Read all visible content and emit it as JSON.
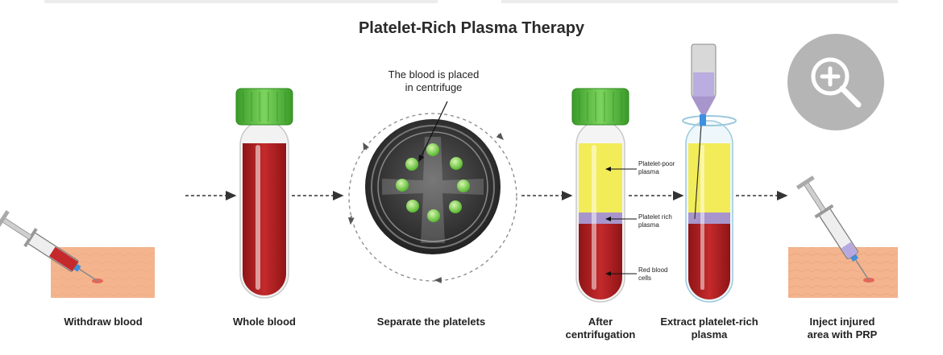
{
  "title": "Platelet-Rich Plasma Therapy",
  "callout": [
    "The blood is placed",
    "in centrifuge"
  ],
  "steps": [
    {
      "label": [
        "Withdraw blood"
      ]
    },
    {
      "label": [
        "Whole blood"
      ]
    },
    {
      "label": [
        "Separate the platelets"
      ]
    },
    {
      "label": [
        "After",
        "centrifugation"
      ]
    },
    {
      "label": [
        "Extract platelet-rich",
        "plasma"
      ]
    },
    {
      "label": [
        "Inject injured",
        "area with PRP"
      ]
    }
  ],
  "layers": [
    {
      "label": [
        "Platelet-poor",
        "plasma"
      ]
    },
    {
      "label": [
        "Platelet rich",
        "plasma"
      ]
    },
    {
      "label": [
        "Red blood",
        "cells"
      ]
    }
  ],
  "zoom_icon": "zoom-in-icon",
  "colors": {
    "blood": "#b21e21",
    "plasma": "#f2ec59",
    "platelet_layer": "#a895cc",
    "cap": "#4fb83a",
    "zoom_bg": "#b5b5b5",
    "skin": "#f3b48e"
  }
}
